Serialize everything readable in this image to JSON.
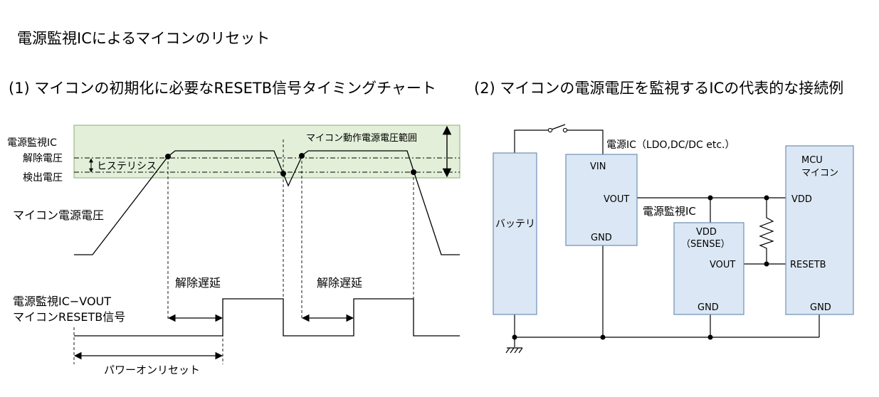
{
  "title": "電源監視ICによるマイコンのリセット",
  "section1": {
    "heading": "(1) マイコンの初期化に必要なRESETB信号タイミングチャート",
    "labels": {
      "monitor_ic": "電源監視IC",
      "release_voltage": "解除電圧",
      "detect_voltage": "検出電圧",
      "hysteresis": "ヒステリシス",
      "operating_range": "マイコン動作電源電圧範囲",
      "mcu_supply": "マイコン電源電圧",
      "vout_signal": "電源監視IC−VOUT",
      "resetb_signal": "マイコンRESETB信号",
      "release_delay_1": "解除遅延",
      "release_delay_2": "解除遅延",
      "power_on_reset": "パワーオンリセット"
    }
  },
  "section2": {
    "heading": "(2) マイコンの電源電圧を監視するICの代表的な接続例",
    "battery": "バッテリ",
    "regulator": {
      "title": "電源IC（LDO,DC/DC etc.）",
      "vin": "VIN",
      "vout": "VOUT",
      "gnd": "GND"
    },
    "monitor": {
      "title": "電源監視IC",
      "vdd": "VDD",
      "sense": "（SENSE）",
      "vout": "VOUT",
      "gnd": "GND"
    },
    "mcu": {
      "name_en": "MCU",
      "name_jp": "マイコン",
      "vdd": "VDD",
      "resetb": "RESETB",
      "gnd": "GND"
    }
  },
  "colors": {
    "range_fill": "#e3efd9",
    "range_stroke": "#8eac74",
    "block_fill": "#dbe7f4",
    "block_stroke": "#6e8fb5",
    "line": "#000000"
  }
}
